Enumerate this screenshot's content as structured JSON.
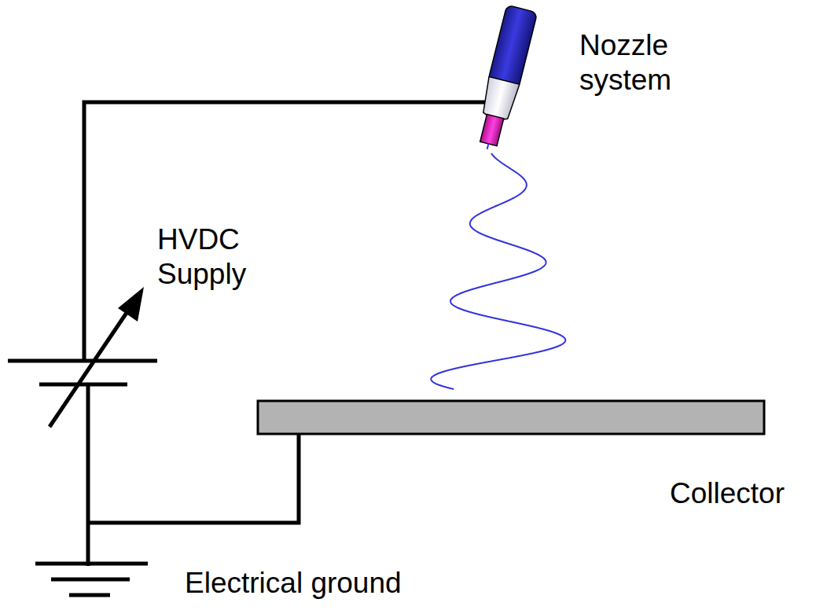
{
  "diagram": {
    "labels": [
      "Nozzle system",
      "HVDC Supply",
      "Collector",
      "Electrical ground"
    ]
  }
}
